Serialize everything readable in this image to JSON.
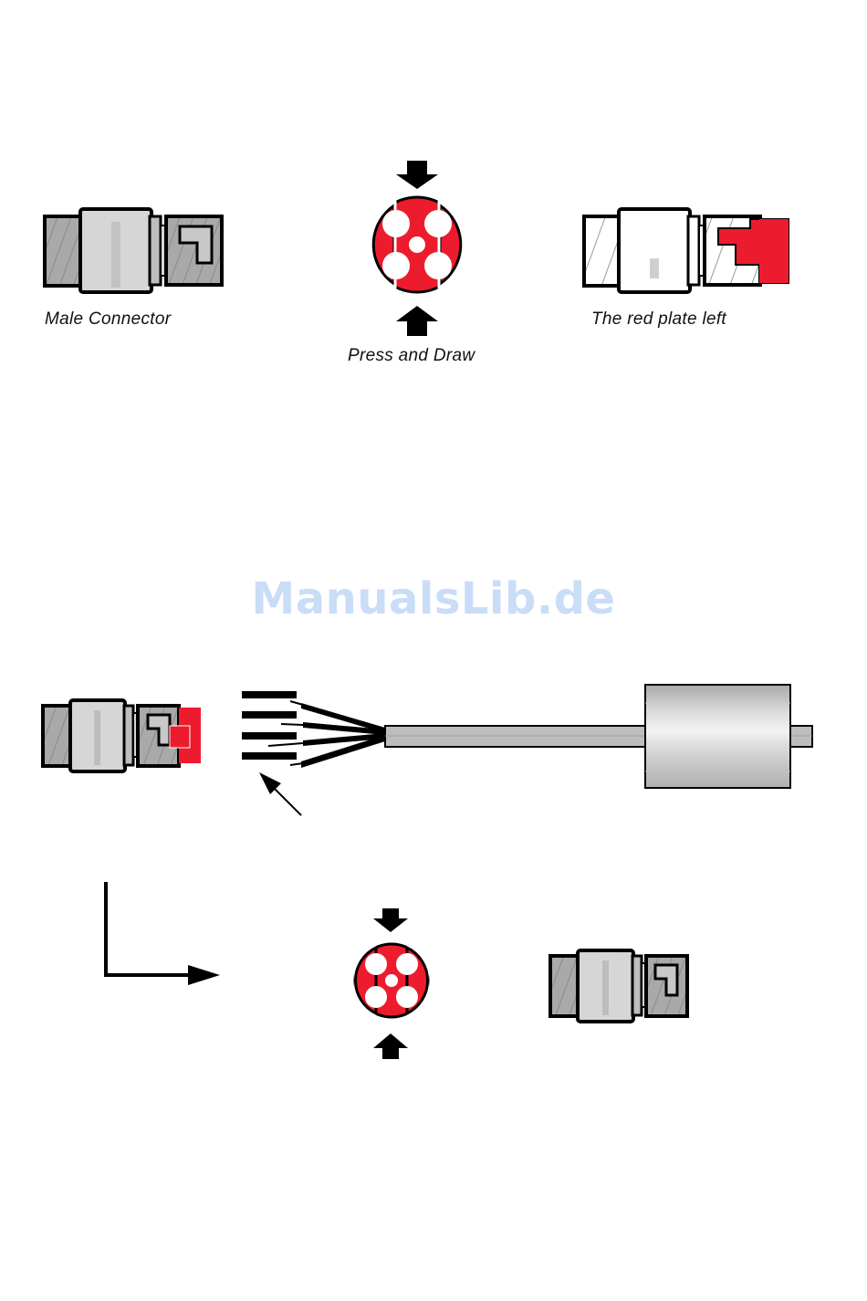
{
  "captions": {
    "male_connector": "Male Connector",
    "press_and_draw": "Press and Draw",
    "red_plate_left": "The red plate left"
  },
  "watermark": {
    "text": "ManualsLib.de"
  },
  "colors": {
    "red_plate": "#ec1c2e",
    "outline": "#000000",
    "metal_light": "#d4d4d4",
    "metal_dark": "#a6a6a6",
    "cable_gray": "#bdbdbd",
    "watermark": "#c9ddf7"
  },
  "icons": {
    "arrow_down": "arrow-down-icon",
    "arrow_up": "arrow-up-icon",
    "pointer": "pointer-arrow-icon",
    "flow": "elbow-arrow-icon"
  }
}
